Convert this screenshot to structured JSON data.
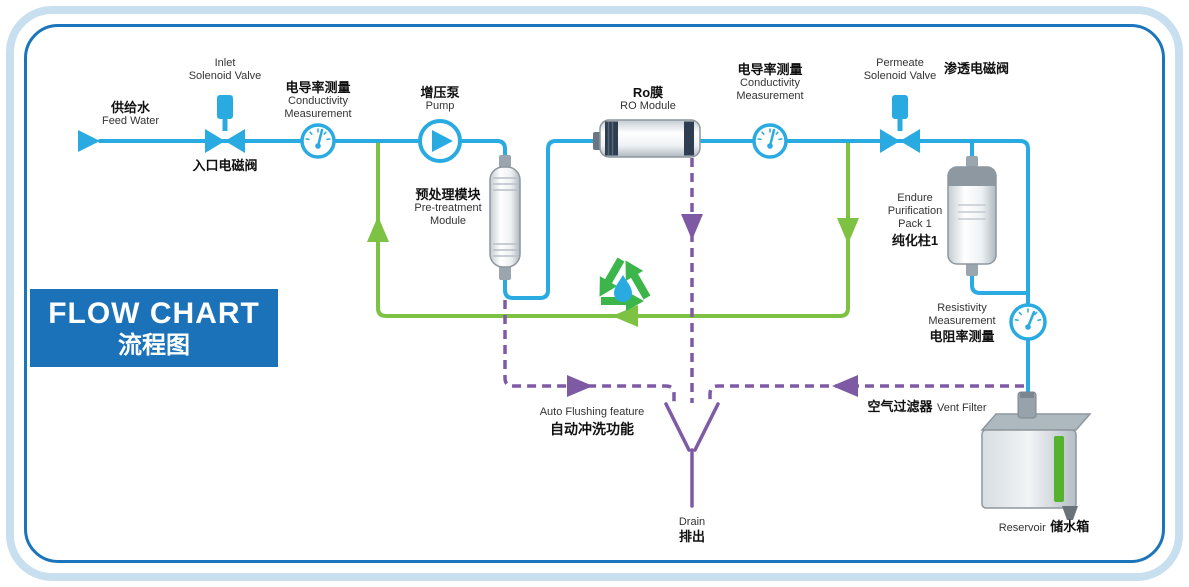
{
  "title": {
    "en": "FLOW CHART",
    "zh": "流程图"
  },
  "nodes": {
    "feed_water": {
      "zh": "供给水",
      "en": "Feed Water"
    },
    "inlet_valve": {
      "en_line1": "Inlet",
      "en_line2": "Solenoid Valve",
      "zh": "入口电磁阀"
    },
    "conductivity_1": {
      "zh": "电导率测量",
      "en_line1": "Conductivity",
      "en_line2": "Measurement"
    },
    "pump": {
      "zh": "增压泵",
      "en": "Pump"
    },
    "pretreatment": {
      "zh": "预处理模块",
      "en_line1": "Pre-treatment",
      "en_line2": "Module"
    },
    "ro_module": {
      "zh": "Ro膜",
      "en": "RO Module"
    },
    "conductivity_2": {
      "zh": "电导率测量",
      "en_line1": "Conductivity",
      "en_line2": "Measurement"
    },
    "permeate_valve": {
      "en_line1": "Permeate",
      "en_line2": "Solenoid Valve",
      "zh": "渗透电磁阀"
    },
    "purification_pack": {
      "en_line1": "Endure",
      "en_line2": "Purification",
      "en_line3": "Pack 1",
      "zh": "纯化柱1"
    },
    "resistivity": {
      "en_line1": "Resistivity",
      "en_line2": "Measurement",
      "zh": "电阻率测量"
    },
    "vent_filter": {
      "zh": "空气过滤器",
      "en": "Vent Filter"
    },
    "reservoir": {
      "en": "Reservoir",
      "zh": "储水箱"
    },
    "auto_flush": {
      "en": "Auto Flushing feature",
      "zh": "自动冲洗功能"
    },
    "drain": {
      "en": "Drain",
      "zh": "排出"
    }
  },
  "colors": {
    "flow_blue": "#29abe2",
    "recirculation_green": "#7dc242",
    "drain_purple": "#7e5aa5",
    "recycle_green": "#3cb54a",
    "title_blue": "#1b72b8",
    "border_blue": "#1b75bc",
    "border_light_blue": "#c8dff0",
    "reservoir_level_green": "#56b22e"
  }
}
